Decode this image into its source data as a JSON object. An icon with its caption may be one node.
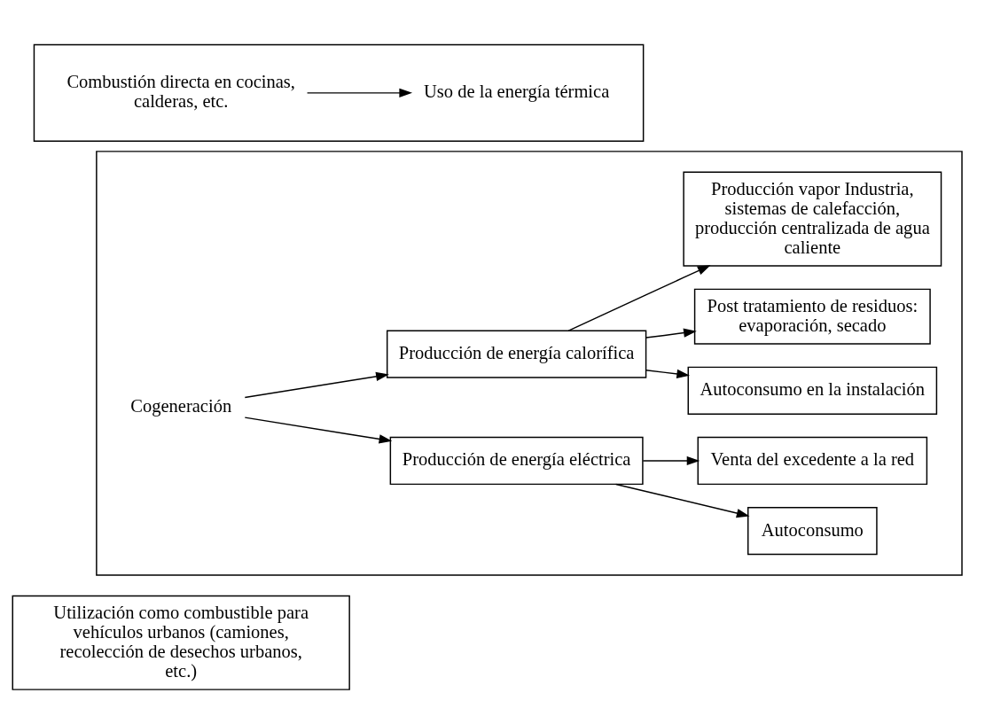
{
  "diagram": {
    "nodes": [
      {
        "text": [],
        "shape": "box"
      },
      {
        "text": [
          "Combustión directa en cocinas, calderas, etc."
        ],
        "in": 0
      },
      {
        "text": [
          "Uso de la energía térmica"
        ],
        "in": 0
      },
      {
        "text": [],
        "shape": "box"
      },
      {
        "text": [
          "Cogeneración"
        ],
        "in": 3
      },
      {
        "text": [
          "Producción de energía eléctrica"
        ],
        "in": 3
      },
      {
        "text": [
          "Autoconsumo"
        ],
        "in": 3
      },
      {
        "text": [
          "Venta del excedente a la red"
        ],
        "in": 3
      },
      {
        "text": [
          "Producción de energía calorífica"
        ],
        "in": 3
      },
      {
        "text": [
          "Autoconsumo en la instalación"
        ],
        "in": 3
      },
      {
        "text": [
          "Post tratamiento de residuos: evaporación, secado"
        ],
        "in": 3
      },
      {
        "text": [
          "Producción vapor Industria, sistemas de calefacción, producción centralizada de agua caliente"
        ],
        "in": 3
      },
      {
        "text": [
          "Utilización como combustible para vehículos urbanos (camiones, recolección de desechos urbanos, etc.)"
        ]
      }
    ],
    "edges": [
      {
        "from": 1,
        "to": 2,
        "arrow": "to"
      },
      {
        "from": 4,
        "to": 5,
        "arrow": "to"
      },
      {
        "from": 4,
        "to": 8,
        "arrow": "to"
      },
      {
        "from": 5,
        "to": 6,
        "arrow": "to"
      },
      {
        "from": 5,
        "to": 7,
        "arrow": "to"
      },
      {
        "from": 8,
        "to": 9,
        "arrow": "to"
      },
      {
        "from": 8,
        "to": 10,
        "arrow": "to"
      },
      {
        "from": 8,
        "to": 11,
        "arrow": "to"
      }
    ]
  }
}
